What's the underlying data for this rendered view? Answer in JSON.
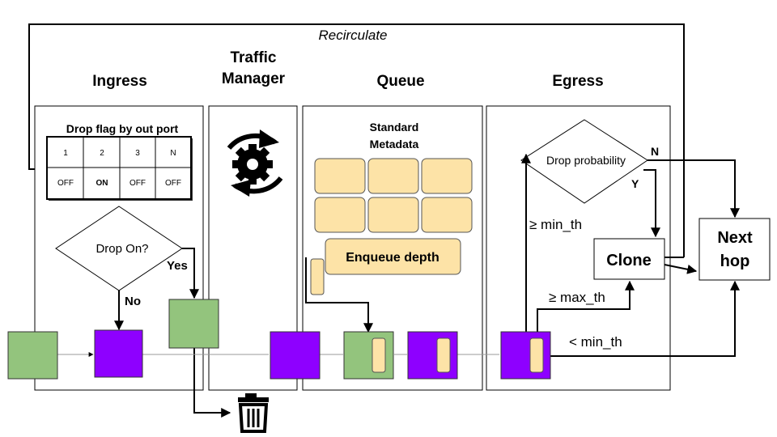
{
  "recirculate_label": "Recirculate",
  "stages": {
    "ingress": "Ingress",
    "traffic_manager_line1": "Traffic",
    "traffic_manager_line2": "Manager",
    "queue": "Queue",
    "egress": "Egress"
  },
  "drop_flag_table": {
    "title": "Drop flag by out port",
    "ports": [
      "1",
      "2",
      "3",
      "N"
    ],
    "states": [
      "OFF",
      "ON",
      "OFF",
      "OFF"
    ]
  },
  "drop_on": {
    "question": "Drop On?",
    "yes": "Yes",
    "no": "No"
  },
  "standard_metadata_line1": "Standard",
  "standard_metadata_line2": "Metadata",
  "enqueue_depth": "Enqueue depth",
  "drop_probability": {
    "question": "Drop probability",
    "n": "N",
    "y": "Y"
  },
  "thresholds": {
    "ge_min": "≥ min_th",
    "ge_max": "≥ max_th",
    "lt_min": "< min_th"
  },
  "clone": "Clone",
  "next_hop_line1": "Next",
  "next_hop_line2": "hop",
  "icons": [
    "gear-cycle-icon",
    "trash-icon"
  ],
  "colors": {
    "green_packet": "#93c47d",
    "purple_packet": "#8e00ff",
    "metadata_field": "#fde3a7"
  }
}
